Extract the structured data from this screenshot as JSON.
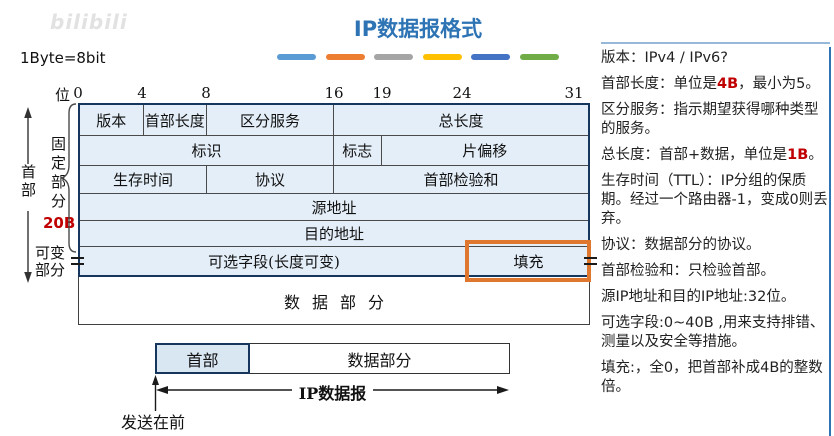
{
  "watermark": "bilibili",
  "title": "IP数据报格式",
  "byte_note": "1Byte=8bit",
  "divider": {
    "colors": [
      "#5B9BD5",
      "#ED7D31",
      "#A5A5A5",
      "#FFC000",
      "#4472C4",
      "#70AD47"
    ]
  },
  "bit_scale": {
    "label": "位",
    "total_bits": 32,
    "ticks": [
      0,
      4,
      8,
      16,
      19,
      24,
      31
    ]
  },
  "ip_header_table": {
    "rows": [
      {
        "cells": [
          {
            "label": "版本",
            "bits": 4
          },
          {
            "label": "首部长度",
            "bits": 4
          },
          {
            "label": "区分服务",
            "bits": 8
          },
          {
            "label": "总长度",
            "bits": 16
          }
        ]
      },
      {
        "cells": [
          {
            "label": "标识",
            "bits": 16
          },
          {
            "label": "标志",
            "bits": 3
          },
          {
            "label": "片偏移",
            "bits": 13
          }
        ]
      },
      {
        "cells": [
          {
            "label": "生存时间",
            "bits": 8
          },
          {
            "label": "协议",
            "bits": 8
          },
          {
            "label": "首部检验和",
            "bits": 16
          }
        ]
      },
      {
        "cells": [
          {
            "label": "源地址",
            "bits": 32
          }
        ]
      },
      {
        "cells": [
          {
            "label": "目的地址",
            "bits": 32
          }
        ]
      },
      {
        "cells": [
          {
            "label": "可选字段(长度可变)",
            "bits": 24.5
          },
          {
            "label": "填充",
            "bits": 7.5,
            "highlight": true
          }
        ]
      }
    ]
  },
  "data_section_label": "数据部分",
  "left_labels": {
    "header": "首部",
    "fixed": "固定部分",
    "fixed_size": "20B",
    "variable": "可变\n部分"
  },
  "bottom_diagram": {
    "header_label": "首部",
    "data_label": "数据部分",
    "datagram_label": "IP数据报",
    "send_first_label": "发送在前"
  },
  "notes": [
    {
      "segments": [
        {
          "text": "版本：IPv4 / IPv6?"
        }
      ]
    },
    {
      "segments": [
        {
          "text": "首部长度：单位是"
        },
        {
          "text": "4B",
          "red": true
        },
        {
          "text": "，最小为5。"
        }
      ]
    },
    {
      "segments": [
        {
          "text": "区分服务：指示期望获得哪种类型的服务。"
        }
      ]
    },
    {
      "segments": [
        {
          "text": "总长度：首部+数据，单位是"
        },
        {
          "text": "1B",
          "red": true
        },
        {
          "text": "。"
        }
      ]
    },
    {
      "segments": [
        {
          "text": "生存时间（TTL）：IP分组的保质期。经过一个路由器-1，变成0则丢弃。"
        }
      ]
    },
    {
      "segments": [
        {
          "text": "协议：数据部分的协议。"
        }
      ]
    },
    {
      "segments": [
        {
          "text": "首部检验和：只检验首部。"
        }
      ]
    },
    {
      "segments": [
        {
          "text": "源IP地址和目的IP地址:32位。"
        }
      ]
    },
    {
      "segments": [
        {
          "text": "可选字段:0~40B ,用来支持排错、测量以及安全等措施。"
        }
      ]
    },
    {
      "segments": [
        {
          "text": "填充:，全0，把首部补成4B的整数倍。"
        }
      ]
    }
  ],
  "colors": {
    "title_blue": "#2E74B5",
    "cell_fill": "#E4EEF8",
    "outer_border": "#17365D",
    "highlight_orange": "#E0772F",
    "note_red": "#C00000"
  }
}
